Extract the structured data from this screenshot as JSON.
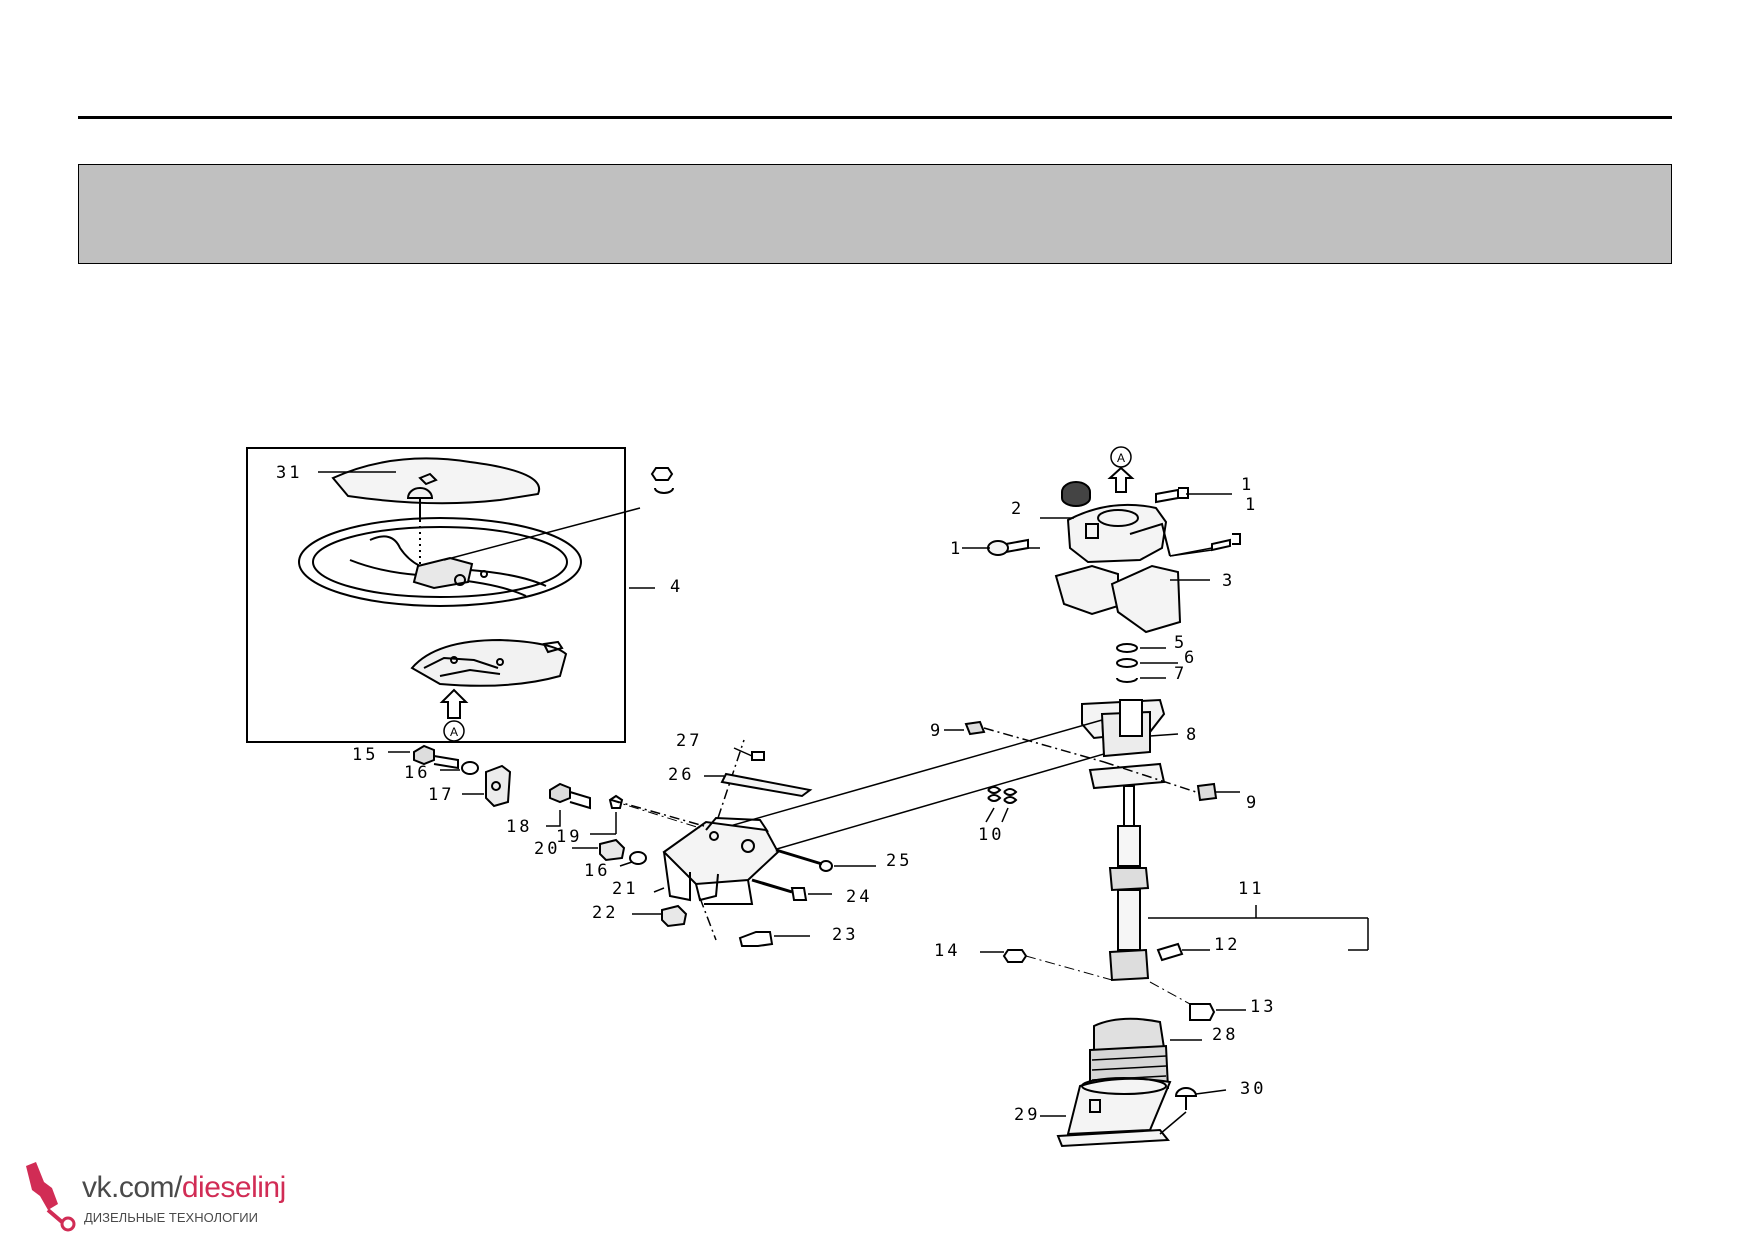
{
  "page": {
    "header_band_color": "#c0c0c0"
  },
  "diagram": {
    "view_marker": "A",
    "callouts": {
      "c1a": "1",
      "c1b": "1",
      "c1c": "1",
      "c2": "2",
      "c3": "3",
      "c4": "4",
      "c5": "5",
      "c6": "6",
      "c7": "7",
      "c8": "8",
      "c9a": "9",
      "c9b": "9",
      "c10": "10",
      "c11": "11",
      "c12": "12",
      "c13": "13",
      "c14": "14",
      "c15": "15",
      "c16a": "16",
      "c16b": "16",
      "c17": "17",
      "c18": "18",
      "c19": "19",
      "c20": "20",
      "c21": "21",
      "c22": "22",
      "c23": "23",
      "c24": "24",
      "c25": "25",
      "c26": "26",
      "c27": "27",
      "c28": "28",
      "c29": "29",
      "c30": "30",
      "c31": "31"
    }
  },
  "watermark": {
    "site_prefix": "vk.com/",
    "site_suffix": "dieselinj",
    "subtitle": "ДИЗЕЛЬНЫЕ ТЕХНОЛОГИИ",
    "accent_color": "#d12c55",
    "icon": "diesel-injector-icon"
  }
}
